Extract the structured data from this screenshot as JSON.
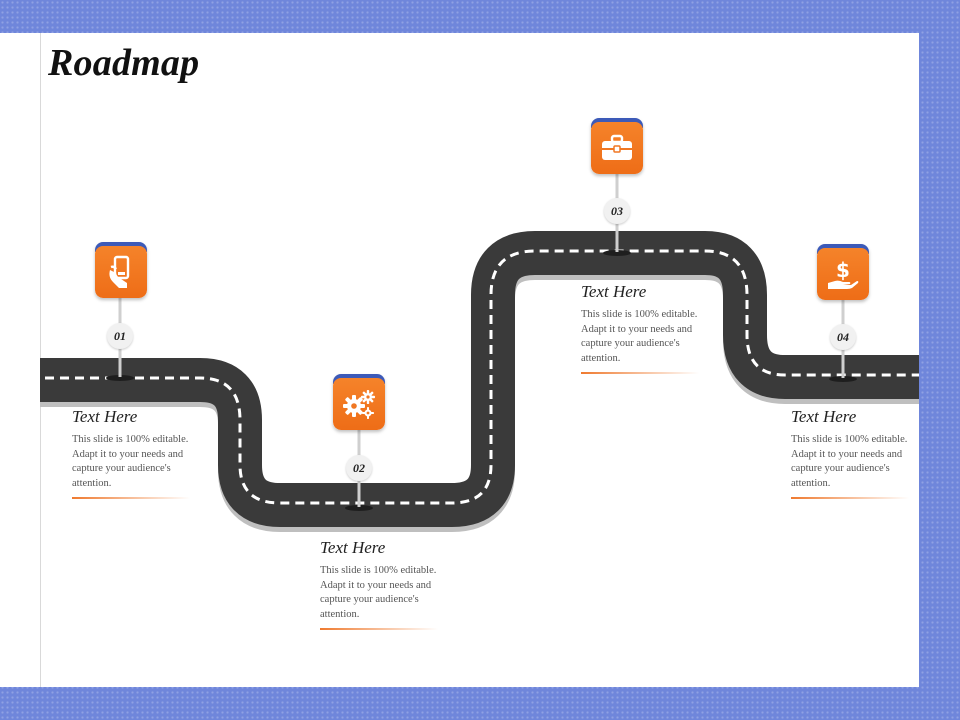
{
  "title": "Roadmap",
  "milestones": [
    {
      "number": "01",
      "icon": "hand-holding-phone-icon",
      "heading": "Text Here",
      "body": "This slide is 100% editable. Adapt it to your needs and capture your audience's attention."
    },
    {
      "number": "02",
      "icon": "gears-icon",
      "heading": "Text Here",
      "body": "This slide is 100% editable. Adapt it to your needs and capture your audience's attention."
    },
    {
      "number": "03",
      "icon": "briefcase-icon",
      "heading": "Text Here",
      "body": "This slide is 100% editable. Adapt it to your needs and capture your audience's attention."
    },
    {
      "number": "04",
      "icon": "hand-holding-dollar-icon",
      "heading": "Text Here",
      "body": "This slide is 100% editable. Adapt it to your needs and capture your audience's attention."
    }
  ],
  "colors": {
    "background": "#6f86db",
    "accent": "#f07722",
    "sign_cap": "#3c5ab8",
    "road": "#3a3a3a",
    "road_dash": "#ffffff"
  }
}
